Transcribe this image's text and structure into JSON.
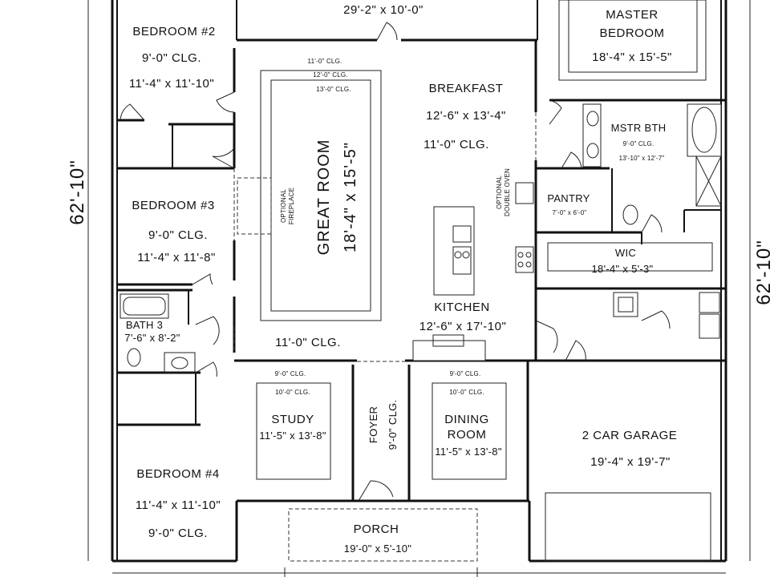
{
  "dimensions": {
    "overall_depth_left": "62'-10\"",
    "overall_depth_right": "62'-10\"",
    "top_porch_size": "29'-2\" x 10'-0\""
  },
  "rooms": {
    "bedroom2": {
      "name": "BEDROOM #2",
      "ceiling": "9'-0\" CLG.",
      "size": "11'-4\" x 11'-10\""
    },
    "bedroom3": {
      "name": "BEDROOM #3",
      "ceiling": "9'-0\" CLG.",
      "size": "11'-4\" x 11'-8\""
    },
    "bedroom4": {
      "name": "BEDROOM #4",
      "size": "11'-4\" x 11'-10\"",
      "ceiling": "9'-0\" CLG."
    },
    "bath3": {
      "name": "BATH 3",
      "size": "7'-6\" x 8'-2\""
    },
    "great_room": {
      "name": "GREAT ROOM",
      "size": "18'-4\" x 15'-5\"",
      "tray1": "11'-0\" CLG.",
      "tray2": "12'-0\" CLG.",
      "tray3": "13'-0\" CLG.",
      "ceiling": "11'-0\" CLG.",
      "fireplace_line1": "OPTIONAL",
      "fireplace_line2": "FIREPLACE"
    },
    "breakfast": {
      "name": "BREAKFAST",
      "size": "12'-6\" x 13'-4\"",
      "ceiling": "11'-0\" CLG."
    },
    "kitchen": {
      "name": "KITCHEN",
      "size": "12'-6\" x 17'-10\"",
      "oven_line1": "OPTIONAL",
      "oven_line2": "DOUBLE OVEN"
    },
    "master_bedroom": {
      "name_line1": "MASTER",
      "name_line2": "BEDROOM",
      "size": "18'-4\" x 15'-5\""
    },
    "master_bath": {
      "name": "MSTR BTH",
      "ceiling": "9'-0\" CLG.",
      "size": "13'-10\" x 12'-7\""
    },
    "pantry": {
      "name": "PANTRY",
      "size": "7'-0\" x 6'-0\""
    },
    "wic": {
      "name": "WIC",
      "size": "18'-4\" x 5'-3\""
    },
    "study": {
      "name": "STUDY",
      "tray1": "9'-0\" CLG.",
      "tray2": "10'-0\" CLG.",
      "size": "11'-5\" x 13'-8\""
    },
    "foyer": {
      "name": "FOYER",
      "ceiling": "9'-0\" CLG."
    },
    "dining": {
      "name_line1": "DINING",
      "name_line2": "ROOM",
      "tray1": "9'-0\" CLG.",
      "tray2": "10'-0\" CLG.",
      "size": "11'-5\" x 13'-8\""
    },
    "garage": {
      "name": "2 CAR GARAGE",
      "size": "19'-4\" x 19'-7\""
    },
    "porch": {
      "name": "PORCH",
      "size": "19'-0\" x 5'-10\""
    }
  }
}
